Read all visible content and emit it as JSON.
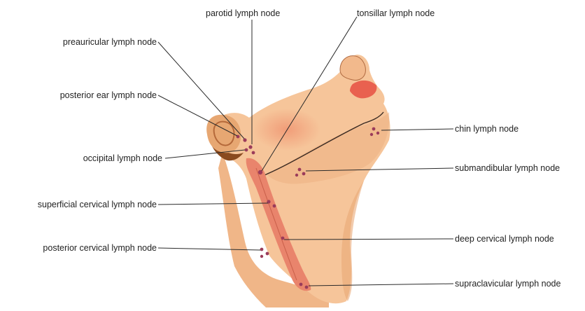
{
  "labels": {
    "parotid": "parotid lymph node",
    "tonsillar": "tonsillar lymph node",
    "preauricular": "preauricular lymph node",
    "posterior_ear": "posterior ear lymph node",
    "occipital": "occipital lymph node",
    "superficial_cervical": "superficial cervical lymph node",
    "posterior_cervical": "posterior cervical lymph node",
    "chin": "chin lymph node",
    "submandibular": "submandibular lymph node",
    "deep_cervical": "deep cervical lymph node",
    "supraclavicular": "supraclavicular lymph node"
  },
  "colors": {
    "skin": "#f6c59a",
    "skin_shadow": "#e9a877",
    "muscle": "#e9846c",
    "node": "#9b3c5a",
    "lips": "#e9614f",
    "hair": "#8a4a1f",
    "leader_line": "#2a2a2a"
  }
}
